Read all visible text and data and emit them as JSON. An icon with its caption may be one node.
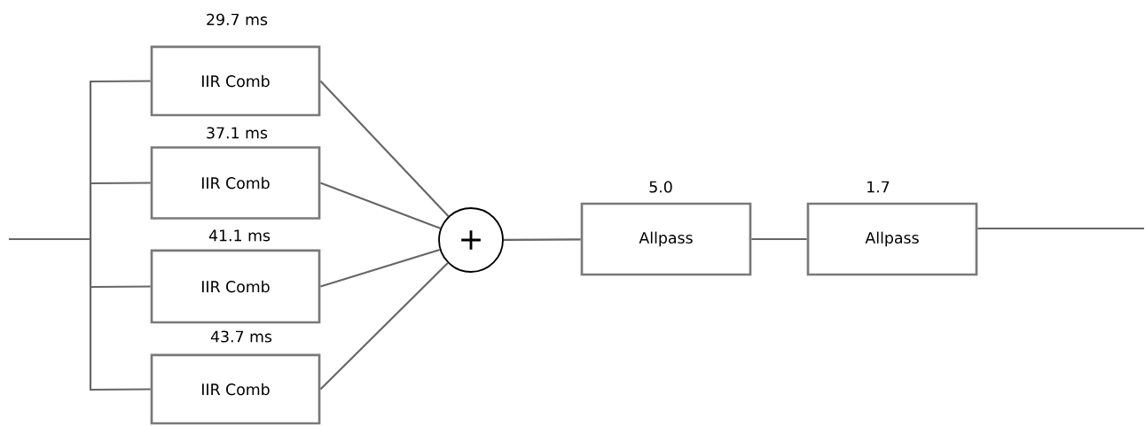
{
  "diagram": {
    "nodes": [
      {
        "text": [
          "IIR Comb"
        ],
        "beside": [
          "29.7 ms"
        ]
      },
      {
        "text": [
          "IIR Comb"
        ],
        "beside": [
          "37.1 ms"
        ]
      },
      {
        "text": [
          "IIR Comb"
        ],
        "beside": [
          "41.1 ms"
        ]
      },
      {
        "text": [
          "IIR Comb"
        ],
        "beside": [
          "43.7 ms"
        ]
      },
      {
        "text": [
          "+"
        ]
      },
      {
        "text": [
          "Allpass"
        ],
        "beside": [
          "5.0"
        ]
      },
      {
        "text": [
          "Allpass"
        ],
        "beside": [
          "1.7"
        ]
      }
    ],
    "edges": [
      {
        "from": null,
        "to": 0,
        "arrow": "none"
      },
      {
        "from": null,
        "to": 1,
        "arrow": "none"
      },
      {
        "from": null,
        "to": 2,
        "arrow": "none"
      },
      {
        "from": null,
        "to": 3,
        "arrow": "none"
      },
      {
        "from": 0,
        "to": 4,
        "arrow": "none"
      },
      {
        "from": 1,
        "to": 4,
        "arrow": "none"
      },
      {
        "from": 2,
        "to": 4,
        "arrow": "none"
      },
      {
        "from": 3,
        "to": 4,
        "arrow": "none"
      },
      {
        "from": 4,
        "to": 5,
        "arrow": "none"
      },
      {
        "from": 5,
        "to": 6,
        "arrow": "none"
      },
      {
        "from": 6,
        "to": null,
        "arrow": "none"
      }
    ]
  }
}
